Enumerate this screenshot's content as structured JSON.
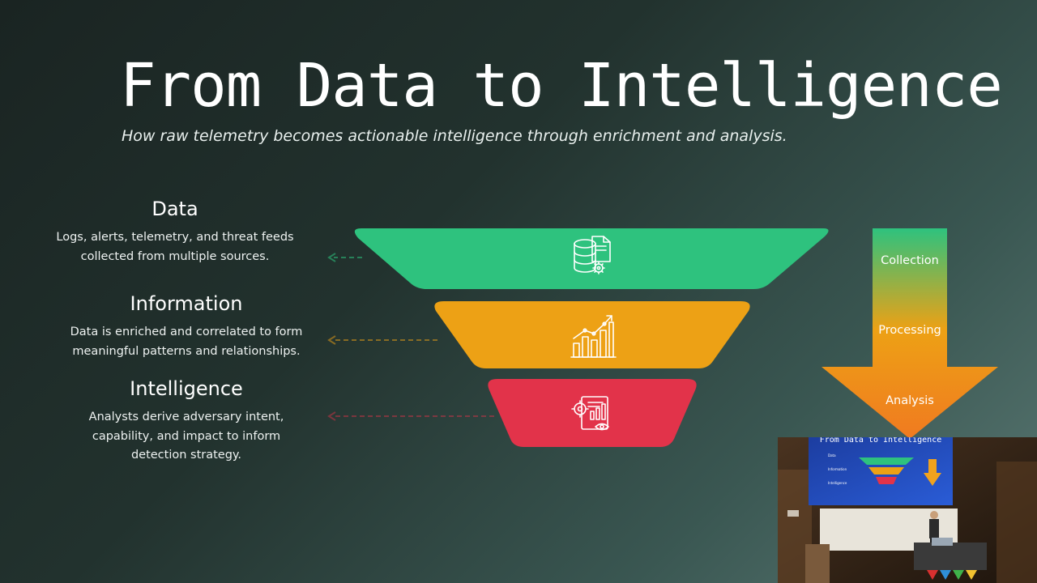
{
  "title": "From Data to Intelligence",
  "subtitle": "How raw telemetry becomes actionable intelligence through enrichment and analysis.",
  "stages": [
    {
      "title": "Data",
      "description": "Logs, alerts, telemetry, and threat feeds collected from multiple sources.",
      "color": "#2ec27e",
      "icon": "database-document-icon"
    },
    {
      "title": "Information",
      "description": "Data is enriched and correlated to form meaningful patterns and relationships.",
      "color": "#eda115",
      "icon": "bar-chart-growth-icon"
    },
    {
      "title": "Intelligence",
      "description": "Analysts derive adversary intent, capability, and impact to inform detection strategy.",
      "color": "#e2334a",
      "icon": "report-analysis-icon"
    }
  ],
  "process_arrow": {
    "labels": [
      "Collection",
      "Processing",
      "Analysis"
    ],
    "colors": [
      "#2ec27e",
      "#eda115",
      "#f07a20"
    ]
  },
  "pip_slide": {
    "title": "From Data to Intelligence",
    "stage_titles": [
      "Data",
      "Information",
      "Intelligence"
    ]
  }
}
